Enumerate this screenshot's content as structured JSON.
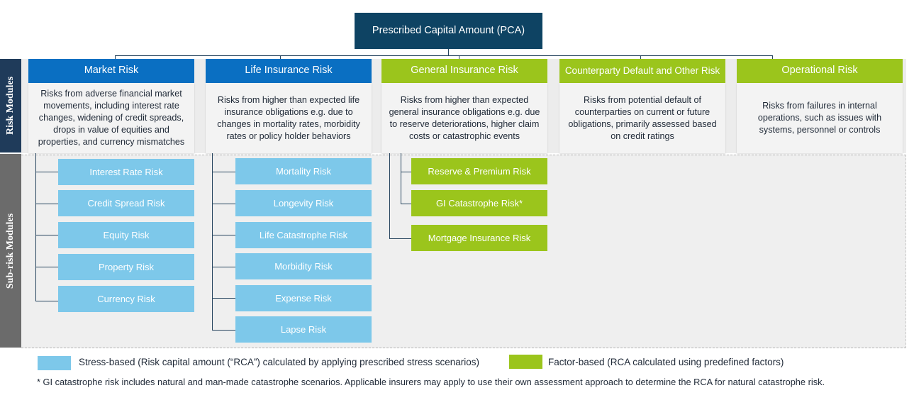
{
  "pca": {
    "title": "Prescribed Capital Amount (PCA)"
  },
  "side": {
    "risk_modules": "Risk Modules",
    "sub_risk_modules": "Sub-risk Modules"
  },
  "colors": {
    "navy": "#0e4363",
    "module_blue": "#0a6fc2",
    "module_green": "#9bc51c",
    "stress_blue": "#7dc8ea",
    "factor_green": "#9bc51c"
  },
  "modules": [
    {
      "title": "Market Risk",
      "description": "Risks from adverse financial market movements, including interest rate changes, widening of credit spreads, drops in value of equities and properties, and currency mismatches"
    },
    {
      "title": "Life Insurance Risk",
      "description": "Risks from higher than expected life insurance obligations e.g. due to changes in mortality rates, morbidity rates or policy holder behaviors"
    },
    {
      "title": "General Insurance Risk",
      "description": "Risks from higher than expected general insurance obligations e.g. due to reserve deteriorations, higher claim costs or catastrophic events"
    },
    {
      "title": "Counterparty Default  and Other Risk",
      "description": "Risks from potential default of counterparties on current or future obligations, primarily assessed based on credit ratings"
    },
    {
      "title": "Operational Risk",
      "description": "Risks from failures in internal operations, such as issues with systems, personnel or controls"
    }
  ],
  "submodules": {
    "market": [
      "Interest Rate Risk",
      "Credit Spread Risk",
      "Equity Risk",
      "Property Risk",
      "Currency Risk"
    ],
    "life": [
      "Mortality Risk",
      "Longevity Risk",
      "Life Catastrophe Risk",
      "Morbidity Risk",
      "Expense Risk",
      "Lapse Risk"
    ],
    "general": [
      "Reserve & Premium Risk",
      "GI Catastrophe Risk*",
      "Mortgage Insurance Risk"
    ]
  },
  "legend": {
    "stress": "Stress-based  (Risk capital amount (“RCA”) calculated by applying prescribed stress scenarios)",
    "factor": "Factor-based (RCA calculated using predefined factors)"
  },
  "footnote": "* GI catastrophe risk includes natural and man-made catastrophe scenarios.    Applicable insurers may apply to use their own assessment approach to determine the RCA for natural catastrophe risk."
}
